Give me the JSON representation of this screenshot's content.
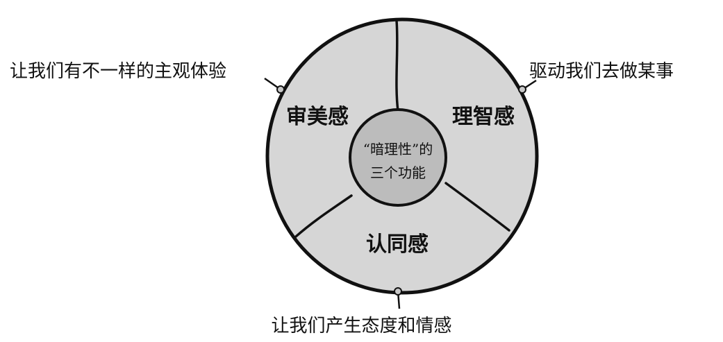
{
  "diagram": {
    "center": {
      "line1": "“暗理性”的",
      "line2": "三个功能"
    },
    "segments": [
      {
        "label": "审美感",
        "caption": "让我们有不一样的主观体验"
      },
      {
        "label": "理智感",
        "caption": "驱动我们去做某事"
      },
      {
        "label": "认同感",
        "caption": "让我们产生态度和情感"
      }
    ],
    "colors": {
      "outer_fill": "#d6d6d6",
      "center_fill": "#bcbcbc",
      "stroke": "#111111",
      "pin_fill": "#c8c8c8"
    }
  }
}
